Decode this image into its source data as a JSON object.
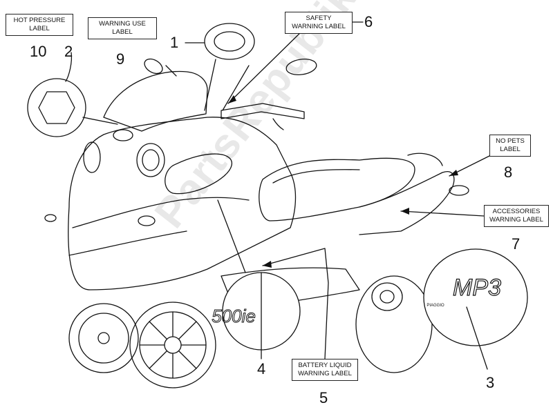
{
  "labels": {
    "l1": {
      "number": "1"
    },
    "l2": {
      "number": "2"
    },
    "l3": {
      "number": "3"
    },
    "l4": {
      "number": "4",
      "line1": "BATTERY LIQUID",
      "line2": "WARNING LABEL"
    },
    "l5": {
      "number": "5"
    },
    "l6": {
      "number": "6",
      "line1": "SAFETY",
      "line2": "WARNING LABEL"
    },
    "l7": {
      "number": "7",
      "line1": "ACCESSORIES",
      "line2": "WARNING LABEL"
    },
    "l8": {
      "number": "8",
      "line1": "NO PETS",
      "line2": "LABEL"
    },
    "l9": {
      "number": "9",
      "line1": "WARNING USE",
      "line2": "LABEL"
    },
    "l10": {
      "number": "10",
      "line1": "HOT PRESSURE",
      "line2": "LABEL"
    }
  },
  "badges": {
    "mp3": "MP3",
    "brand": "PIAGGIO",
    "model": "500ie"
  },
  "watermark": "PartsRepublik"
}
